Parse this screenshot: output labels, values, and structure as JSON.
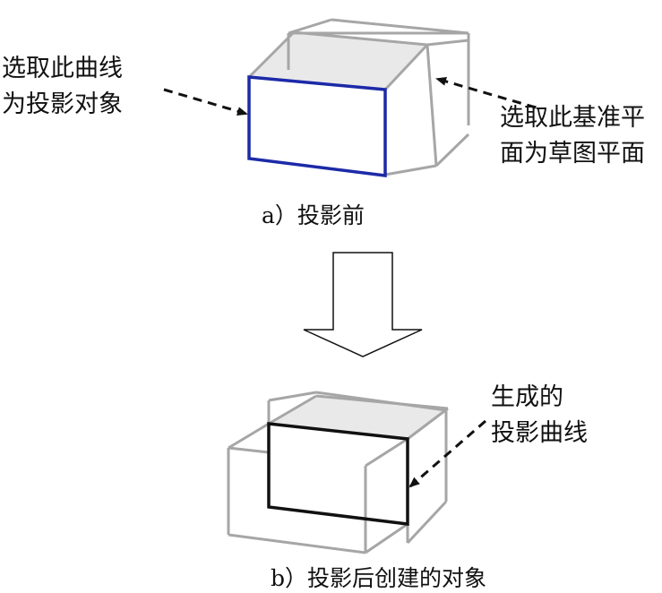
{
  "panel_a": {
    "left_annotation": [
      "选取此曲线",
      "为投影对象"
    ],
    "right_annotation": [
      "选取此基准平",
      "面为草图平面"
    ],
    "caption": "a）投影前"
  },
  "panel_b": {
    "annotation": [
      "生成的",
      "投影曲线"
    ],
    "caption": "b）投影后创建的对象"
  },
  "colors": {
    "outline_gray": "#a6a6a6",
    "selected_curve": "#1c2aa8",
    "projected_curve": "#111111",
    "top_face_fill": "#e9e9e9"
  }
}
